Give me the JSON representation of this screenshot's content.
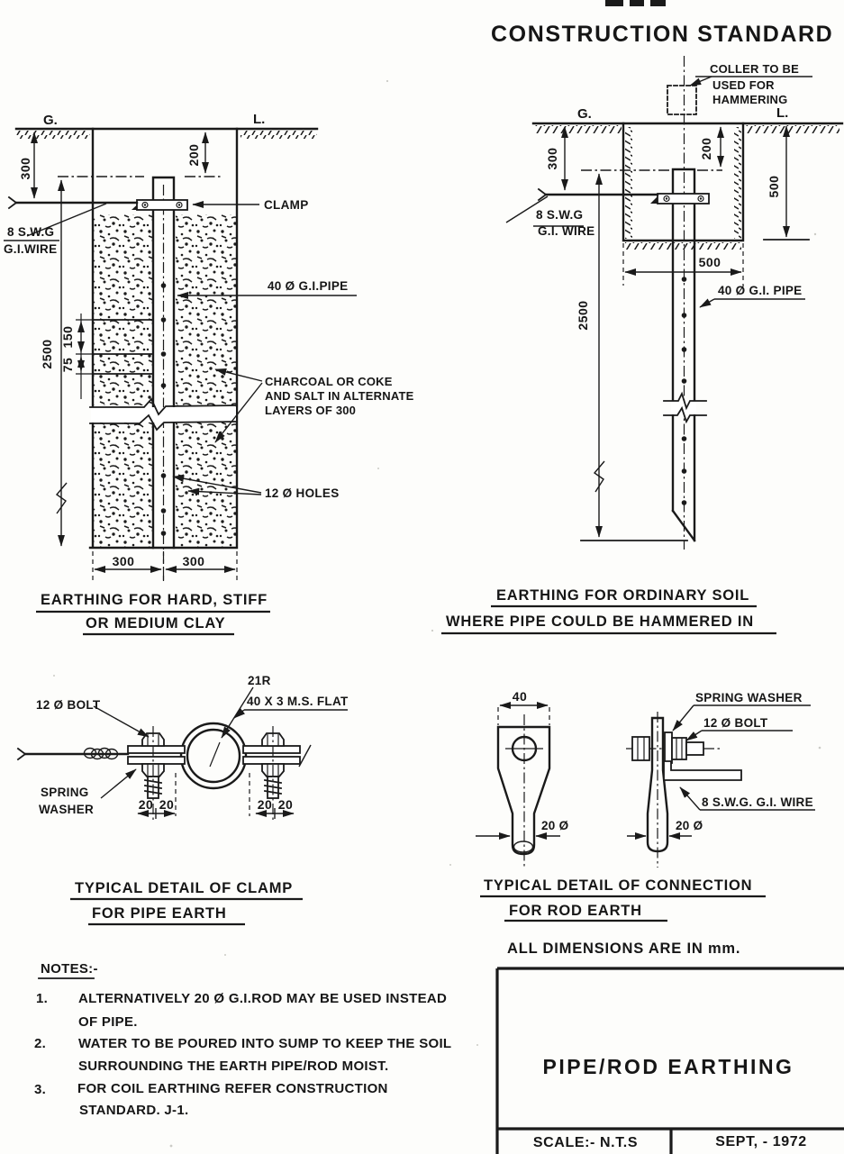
{
  "header": {
    "title": "CONSTRUCTION STANDARD"
  },
  "left": {
    "g": "G.",
    "l": "L.",
    "dim300": "300",
    "dim200": "200",
    "dim2500": "2500",
    "dim150": "150",
    "dim75": "75",
    "dim300a": "300",
    "dim300b": "300",
    "clamp": "CLAMP",
    "wire1": "8 S.W.G",
    "wire2": "G.I.WIRE",
    "pipe": "40 Ø G.I.PIPE",
    "charcoal1": "CHARCOAL OR COKE",
    "charcoal2": "AND SALT IN ALTERNATE",
    "charcoal3": "LAYERS OF 300",
    "holes": "12 Ø HOLES",
    "cap1": "EARTHING FOR HARD, STIFF",
    "cap2": "OR MEDIUM CLAY"
  },
  "right": {
    "collar1": "COLLER TO BE",
    "collar2": "USED FOR",
    "collar3": "HAMMERING",
    "g": "G.",
    "l": "L.",
    "dim300": "300",
    "dim200": "200",
    "dim500v": "500",
    "dim500h": "500",
    "dim2500": "2500",
    "wire1": "8 S.W.G",
    "wire2": "G.I. WIRE",
    "pipe": "40 Ø G.I. PIPE",
    "cap1": "EARTHING FOR ORDINARY SOIL",
    "cap2": "WHERE PIPE COULD BE HAMMERED  IN"
  },
  "clampDetail": {
    "bolt": "12 Ø BOLT",
    "radius": "21R",
    "flat": "40 X 3 M.S. FLAT",
    "spring1": "SPRING",
    "spring2": "WASHER",
    "d1": "20",
    "d2": "20",
    "d3": "20",
    "d4": "20",
    "cap1": "TYPICAL DETAIL OF CLAMP",
    "cap2": "FOR PIPE EARTH"
  },
  "rodDetail": {
    "dim40": "40",
    "springWasher": "SPRING WASHER",
    "bolt": "12 Ø BOLT",
    "wire": "8 S.W.G. G.I. WIRE",
    "d20l": "20 Ø",
    "d20r": "20 Ø",
    "cap1": "TYPICAL DETAIL OF CONNECTION",
    "cap2": "FOR ROD EARTH"
  },
  "units": "ALL DIMENSIONS ARE IN mm.",
  "notes": {
    "heading": "NOTES:-",
    "items": [
      {
        "num": "1.",
        "line1": "ALTERNATIVELY 20 Ø G.I.ROD MAY BE USED INSTEAD",
        "line2": "OF PIPE."
      },
      {
        "num": "2.",
        "line1": "WATER TO BE POURED INTO SUMP TO KEEP THE SOIL",
        "line2": "SURROUNDING THE EARTH PIPE/ROD MOIST."
      },
      {
        "num": "3.",
        "line1": "FOR COIL EARTHING REFER CONSTRUCTION",
        "line2": "STANDARD. J-1."
      }
    ]
  },
  "titleBlock": {
    "title": "PIPE/ROD EARTHING",
    "scale": "SCALE:- N.T.S",
    "date": "SEPT, - 1972"
  },
  "ink": "#1a1a1a"
}
